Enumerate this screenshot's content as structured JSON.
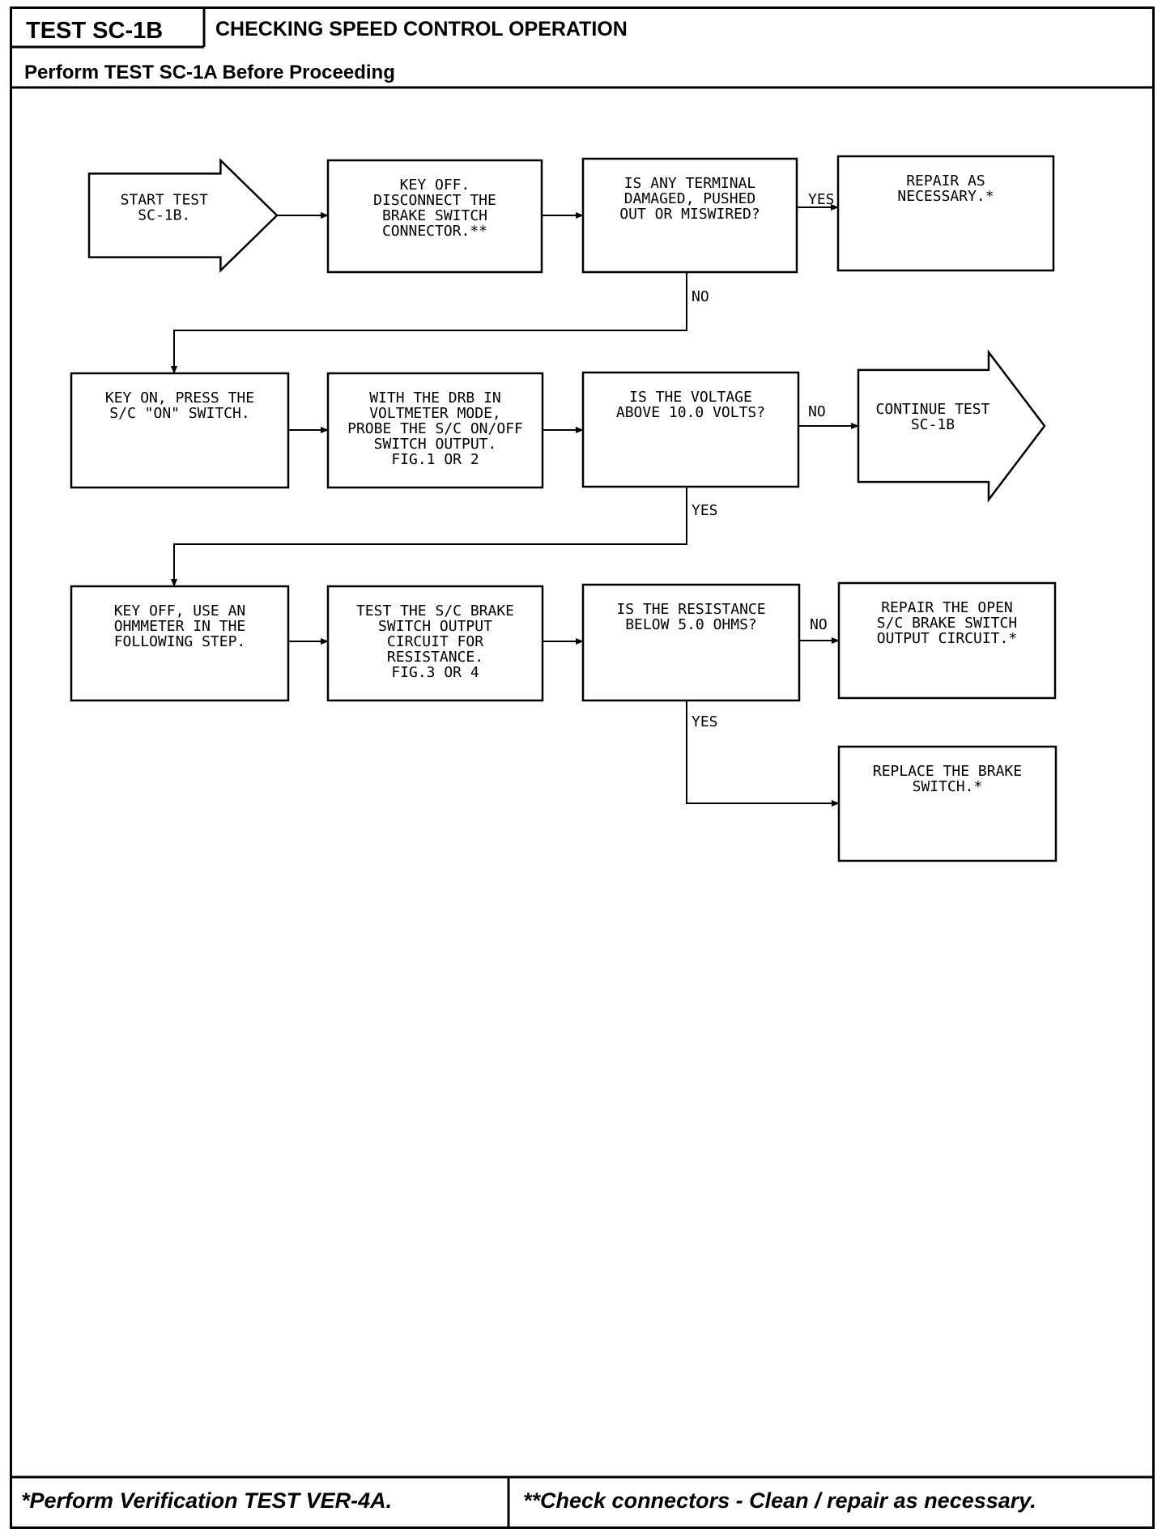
{
  "header": {
    "test_id": "TEST SC-1B",
    "title": "CHECKING SPEED CONTROL OPERATION",
    "prerequisite": "Perform TEST SC-1A Before Proceeding"
  },
  "footer": {
    "note_left": "*Perform Verification TEST VER-4A.",
    "note_right": "**Check connectors - Clean / repair as necessary."
  },
  "flowchart": {
    "nodes": [
      {
        "id": "start",
        "shape": "arrow",
        "lines": [
          "START TEST",
          "SC-1B."
        ]
      },
      {
        "id": "disconnect",
        "shape": "box",
        "lines": [
          "KEY OFF.",
          "DISCONNECT THE",
          "BRAKE SWITCH",
          "CONNECTOR.**"
        ]
      },
      {
        "id": "terminal",
        "shape": "box",
        "lines": [
          "IS ANY TERMINAL",
          "DAMAGED, PUSHED",
          "OUT OR MISWIRED?"
        ]
      },
      {
        "id": "repair1",
        "shape": "box",
        "lines": [
          "REPAIR AS",
          "NECESSARY.*"
        ]
      },
      {
        "id": "keyon",
        "shape": "box",
        "lines": [
          "KEY ON, PRESS THE",
          "S/C \"ON\" SWITCH."
        ]
      },
      {
        "id": "probe",
        "shape": "box",
        "lines": [
          "WITH THE DRB IN",
          "VOLTMETER MODE,",
          "PROBE THE S/C ON/OFF",
          "SWITCH OUTPUT.",
          "FIG.1 OR 2"
        ]
      },
      {
        "id": "voltage",
        "shape": "box",
        "lines": [
          "IS THE VOLTAGE",
          "ABOVE 10.0 VOLTS?"
        ]
      },
      {
        "id": "continue",
        "shape": "arrow",
        "lines": [
          "CONTINUE TEST",
          "SC-1B"
        ]
      },
      {
        "id": "keyoff2",
        "shape": "box",
        "lines": [
          "KEY OFF, USE AN",
          "OHMMETER IN THE",
          "FOLLOWING STEP."
        ]
      },
      {
        "id": "testres",
        "shape": "box",
        "lines": [
          "TEST THE S/C BRAKE",
          "SWITCH OUTPUT",
          "CIRCUIT FOR",
          "RESISTANCE.",
          "FIG.3 OR 4"
        ]
      },
      {
        "id": "resist",
        "shape": "box",
        "lines": [
          "IS THE RESISTANCE",
          "BELOW 5.0 OHMS?"
        ]
      },
      {
        "id": "repair2",
        "shape": "box",
        "lines": [
          "REPAIR THE OPEN",
          "S/C BRAKE SWITCH",
          "OUTPUT CIRCUIT.*"
        ]
      },
      {
        "id": "replace",
        "shape": "box",
        "lines": [
          "REPLACE THE BRAKE",
          "SWITCH.*"
        ]
      }
    ],
    "edges": [
      {
        "from": "start",
        "to": "disconnect",
        "label": ""
      },
      {
        "from": "disconnect",
        "to": "terminal",
        "label": ""
      },
      {
        "from": "terminal",
        "to": "repair1",
        "label": "YES"
      },
      {
        "from": "terminal",
        "to": "keyon",
        "label": "NO"
      },
      {
        "from": "keyon",
        "to": "probe",
        "label": ""
      },
      {
        "from": "probe",
        "to": "voltage",
        "label": ""
      },
      {
        "from": "voltage",
        "to": "continue",
        "label": "NO"
      },
      {
        "from": "voltage",
        "to": "keyoff2",
        "label": "YES"
      },
      {
        "from": "keyoff2",
        "to": "testres",
        "label": ""
      },
      {
        "from": "testres",
        "to": "resist",
        "label": ""
      },
      {
        "from": "resist",
        "to": "repair2",
        "label": "NO"
      },
      {
        "from": "resist",
        "to": "replace",
        "label": "YES"
      }
    ]
  }
}
